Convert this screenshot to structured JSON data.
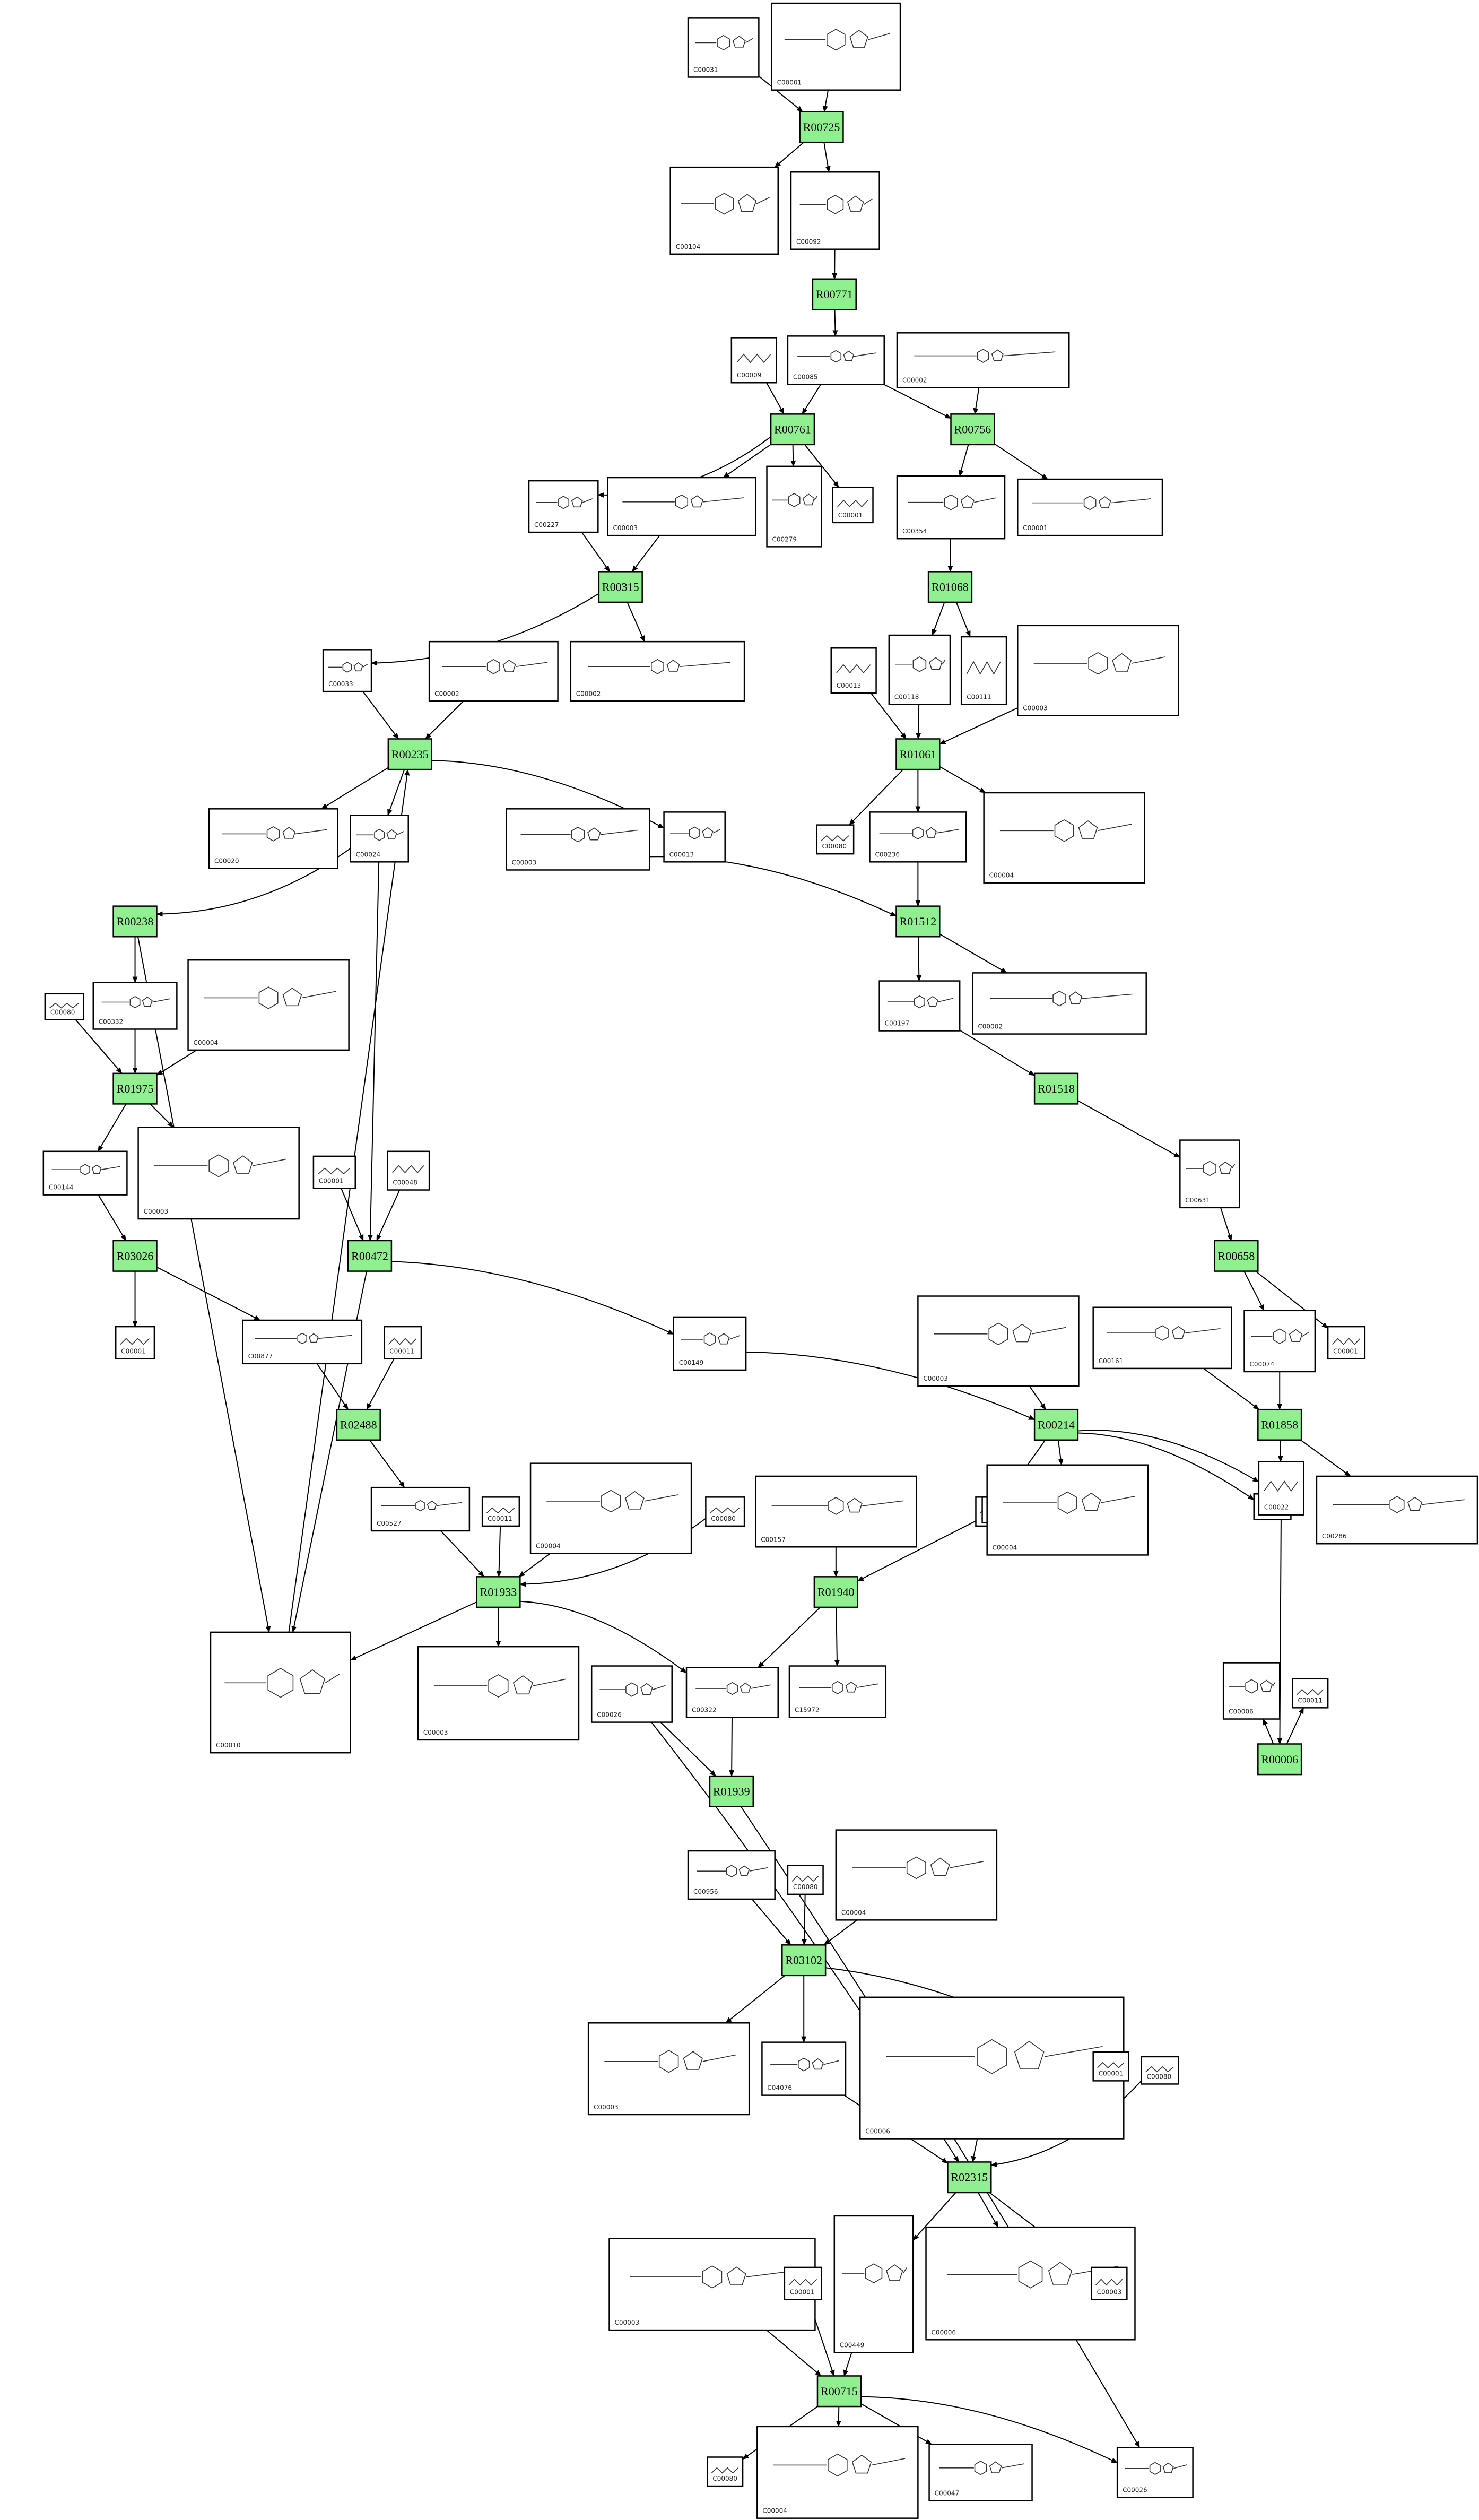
{
  "colors": {
    "reaction_fill": "#90f090",
    "box_stroke": "#000000",
    "edge": "#000000",
    "background": "#ffffff"
  },
  "reactions": [
    "R00725",
    "R00771",
    "R00761",
    "R00756",
    "R00315",
    "R01068",
    "R00235",
    "R01061",
    "R00238",
    "R01512",
    "R01975",
    "R01518",
    "R03026",
    "R00472",
    "R00658",
    "R02488",
    "R00214",
    "R01858",
    "R01933",
    "R01940",
    "R00006",
    "R01939",
    "R03102",
    "R02315",
    "R00715"
  ],
  "compound_labels": [
    "C00031",
    "C00001",
    "C00104",
    "C00092",
    "C00009",
    "C00085",
    "C00002",
    "C00227",
    "C00003",
    "C00279",
    "C00001",
    "C00354",
    "C00001",
    "C00013",
    "C00118",
    "C00111",
    "C00003",
    "C00033",
    "C00002",
    "C00002",
    "C00020",
    "C00024",
    "C00003",
    "C00013",
    "C00080",
    "C00236",
    "C00004",
    "C00332",
    "C00004",
    "C00197",
    "C00002",
    "C00080",
    "C00144",
    "C00003",
    "C00001",
    "C00048",
    "C00631",
    "C00001",
    "C00877",
    "C00011",
    "C00149",
    "C00003",
    "C00161",
    "C00074",
    "C00001",
    "C00527",
    "C00011",
    "C00004",
    "C00080",
    "C00157",
    "C00011",
    "C00080",
    "C00004",
    "C00011",
    "C00022",
    "C00286",
    "C00010",
    "C00003",
    "C00026",
    "C00322",
    "C15972",
    "C00006",
    "C00011",
    "C00956",
    "C00080",
    "C00004",
    "C00003",
    "C04076",
    "C00006",
    "C00001",
    "C00080",
    "C00003",
    "C00001",
    "C00449",
    "C00006",
    "C00003",
    "C00080",
    "C00004",
    "C00047",
    "C00026"
  ]
}
